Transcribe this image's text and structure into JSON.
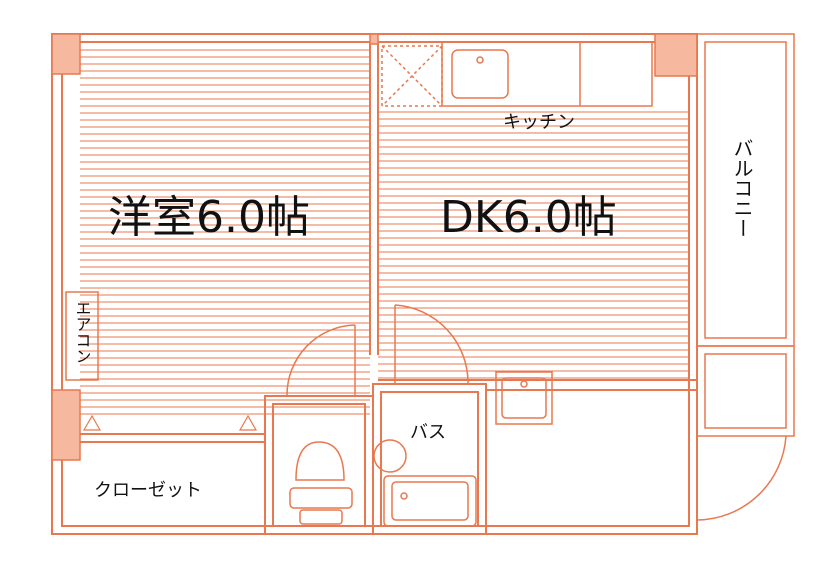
{
  "colors": {
    "line": "#e8784f",
    "fill": "#f6b89f",
    "text": "#111111",
    "background": "#ffffff"
  },
  "rooms": {
    "western": "洋室6.0帖",
    "dk": "DK6.0帖"
  },
  "labels": {
    "kitchen": "キッチン",
    "balcony": "バルコニー",
    "aircon": "エアコン",
    "closet": "クローゼット",
    "bath": "バス"
  }
}
